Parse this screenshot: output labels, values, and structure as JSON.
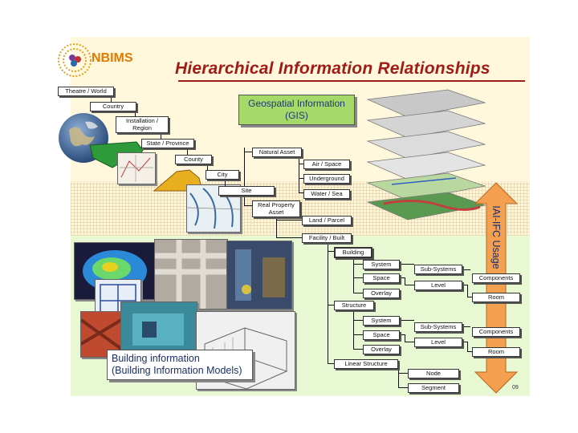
{
  "brand": {
    "name": "NBIMS"
  },
  "title": "Hierarchical Information Relationships",
  "gis_box": {
    "line1": "Geospatial Information",
    "line2": "(GIS)"
  },
  "bim_box": {
    "line1": "Building information",
    "line2": "(Building Information Models)"
  },
  "arrow_label": "IAI-IFC Usage",
  "page_number": "09",
  "hierarchy": {
    "theatre_world": "Theatre / World",
    "country": "Country",
    "installation_region": "Installation / Region",
    "state_province": "State / Province",
    "county": "County",
    "city": "City",
    "site": "Site",
    "natural_asset": "Natural Asset",
    "air_space": "Air / Space",
    "underground": "Underground",
    "water_sea": "Water / Sea",
    "real_property_asset": "Real Property Asset",
    "land_parcel": "Land / Parcel",
    "facility_built": "Facility / Built",
    "building": "Building",
    "b_system": "System",
    "b_space": "Space",
    "b_overlay": "Overlay",
    "b_sub_systems": "Sub-Systems",
    "b_components": "Components",
    "b_level": "Level",
    "b_room": "Room",
    "structure": "Structure",
    "s_system": "System",
    "s_space": "Space",
    "s_overlay": "Overlay",
    "s_sub_systems": "Sub-Systems",
    "s_components": "Components",
    "s_level": "Level",
    "s_room": "Room",
    "linear_structure": "Linear Structure",
    "node": "Node",
    "segment": "Segment"
  },
  "colors": {
    "title": "#a01c18",
    "gis_fill": "#a6d86a",
    "band_top": "#fff8dc",
    "band_bottom": "#e8f8d2",
    "arrow": "#f4a050",
    "text_blue": "#1b2f66"
  }
}
